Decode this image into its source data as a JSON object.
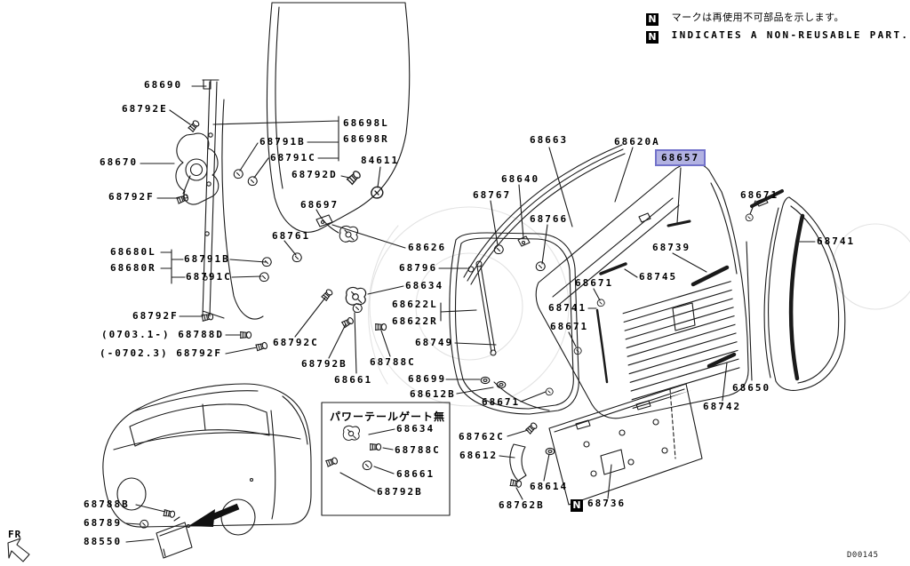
{
  "legend": {
    "n_symbol": "N",
    "line1_jp": "マークは再使用不可部品を示します。",
    "line2_en": "INDICATES A NON-REUSABLE PART."
  },
  "inset": {
    "title": "パワーテールゲート無"
  },
  "footer": {
    "code": "D00145",
    "direction_label": "FR"
  },
  "highlight": {
    "part": "68657",
    "fill": "#b2b2e2",
    "border": "#7272ca"
  },
  "labels": [
    {
      "text": "68690"
    },
    {
      "text": "68792E"
    },
    {
      "text": "68791B"
    },
    {
      "text": "68791C"
    },
    {
      "text": "68670"
    },
    {
      "text": "68792D"
    },
    {
      "text": "68792F"
    },
    {
      "text": "68698L"
    },
    {
      "text": "68698R"
    },
    {
      "text": "84611"
    },
    {
      "text": "68697"
    },
    {
      "text": "68761"
    },
    {
      "text": "68680L"
    },
    {
      "text": "68680R"
    },
    {
      "text": "68791B"
    },
    {
      "text": "68791C"
    },
    {
      "text": "68792F"
    },
    {
      "text": "(0703.1-) 68788D"
    },
    {
      "text": "(-0702.3) 68792F"
    },
    {
      "text": "68792C"
    },
    {
      "text": "68792B"
    },
    {
      "text": "68788C"
    },
    {
      "text": "68661"
    },
    {
      "text": "68626"
    },
    {
      "text": "68796"
    },
    {
      "text": "68634"
    },
    {
      "text": "68622L"
    },
    {
      "text": "68622R"
    },
    {
      "text": "68749"
    },
    {
      "text": "68699"
    },
    {
      "text": "68612B"
    },
    {
      "text": "68671"
    },
    {
      "text": "68663"
    },
    {
      "text": "68640"
    },
    {
      "text": "68767"
    },
    {
      "text": "68766"
    },
    {
      "text": "68620A"
    },
    {
      "text": "68657"
    },
    {
      "text": "68671"
    },
    {
      "text": "68741"
    },
    {
      "text": "68739"
    },
    {
      "text": "68745"
    },
    {
      "text": "68671"
    },
    {
      "text": "68741"
    },
    {
      "text": "68671"
    },
    {
      "text": "68650"
    },
    {
      "text": "68742"
    },
    {
      "text": "68762C"
    },
    {
      "text": "68612"
    },
    {
      "text": "68614"
    },
    {
      "text": "68762B"
    },
    {
      "text": "68736"
    },
    {
      "text": "68634"
    },
    {
      "text": "68788C"
    },
    {
      "text": "68661"
    },
    {
      "text": "68792B"
    },
    {
      "text": "68788B"
    },
    {
      "text": "68789"
    },
    {
      "text": "88550"
    }
  ]
}
